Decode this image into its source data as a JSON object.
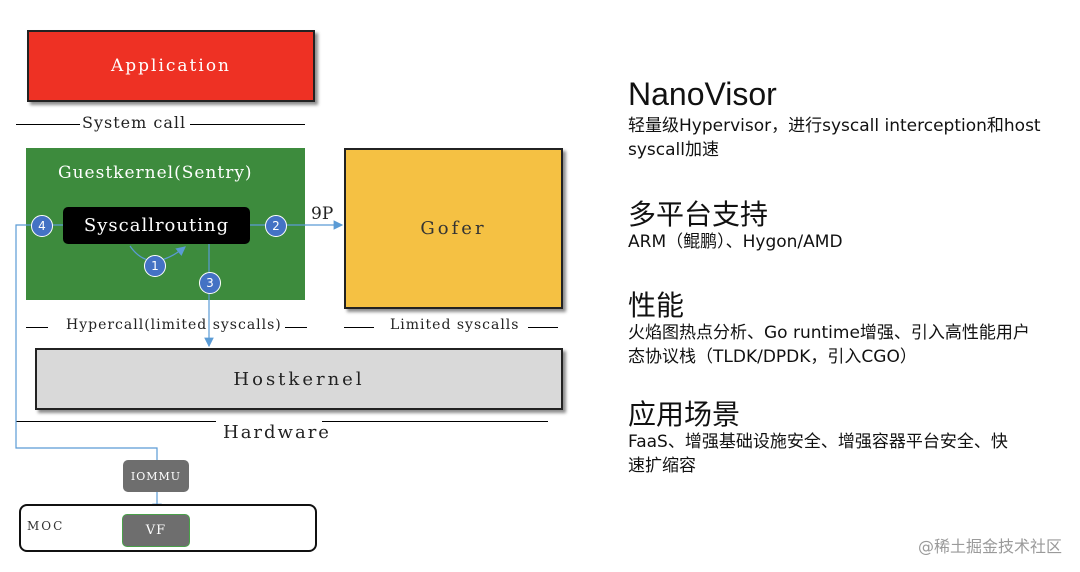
{
  "diagram": {
    "application": "Application",
    "system_call": "System call",
    "guest_kernel": "Guestkernel(Sentry)",
    "syscall_routing": "Syscallrouting",
    "gofer": "Gofer",
    "nine_p": "9P",
    "hypercall": "Hypercall(limited syscalls)",
    "limited_syscalls": "Limited syscalls",
    "host_kernel": "Hostkernel",
    "hardware": "Hardware",
    "iommu": "IOMMU",
    "moc": "MOC",
    "vf": "VF",
    "step_1": "1",
    "step_2": "2",
    "step_3": "3",
    "step_4": "4"
  },
  "panel": {
    "title": "NanoVisor",
    "title_desc": "轻量级Hypervisor，进行syscall interception和host syscall加速",
    "sections": [
      {
        "heading": "多平台支持",
        "text": "ARM（鲲鹏）、Hygon/AMD"
      },
      {
        "heading": "性能",
        "text": "火焰图热点分析、Go runtime增强、引入高性能用户态协议栈（TLDK/DPDK，引入CGO）"
      },
      {
        "heading": "应用场景",
        "text": "FaaS、增强基础设施安全、增强容器平台安全、快速扩缩容"
      }
    ]
  },
  "watermark": "@稀土掘金技术社区",
  "colors": {
    "application": "#ee3124",
    "guest_kernel": "#3d8b3d",
    "gofer": "#f5c143",
    "host_kernel": "#d9d9d9",
    "step_circle": "#4472c4",
    "connector": "#5b9bd5"
  }
}
